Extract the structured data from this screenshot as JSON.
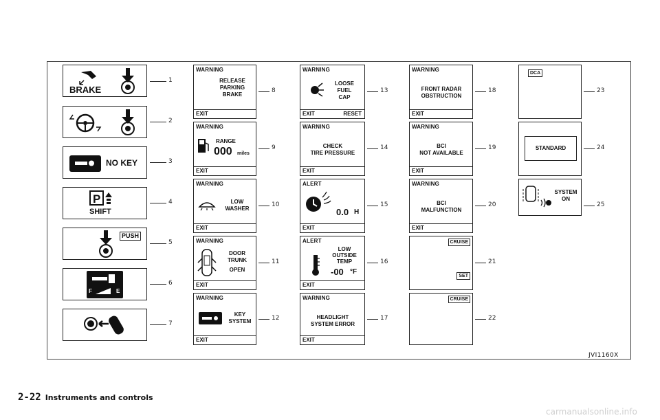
{
  "page": {
    "number": "2-22",
    "section": "Instruments and controls",
    "figure_code": "JVI1160X",
    "watermark": "carmanualsonline.info"
  },
  "col1": [
    {
      "n": "1",
      "text": "BRAKE"
    },
    {
      "n": "2",
      "text": ""
    },
    {
      "n": "3",
      "text": "NO KEY"
    },
    {
      "n": "4",
      "text": "SHIFT"
    },
    {
      "n": "5",
      "text": "PUSH"
    },
    {
      "n": "6",
      "text": "F",
      "text2": "E"
    },
    {
      "n": "7",
      "text": ""
    }
  ],
  "col2": [
    {
      "n": "8",
      "header": "WARNING",
      "lines": [
        "RELEASE",
        "PARKING",
        "BRAKE"
      ],
      "exit": "EXIT"
    },
    {
      "n": "9",
      "header": "WARNING",
      "lines": [
        "RANGE"
      ],
      "value": "000",
      "unit": "miles",
      "exit": "EXIT"
    },
    {
      "n": "10",
      "header": "WARNING",
      "lines": [
        "LOW",
        "WASHER"
      ],
      "exit": "EXIT"
    },
    {
      "n": "11",
      "header": "WARNING",
      "lines": [
        "DOOR",
        "TRUNK",
        "OPEN"
      ],
      "exit": "EXIT"
    },
    {
      "n": "12",
      "header": "WARNING",
      "lines": [
        "KEY",
        "SYSTEM"
      ],
      "exit": "EXIT"
    }
  ],
  "col3": [
    {
      "n": "13",
      "header": "WARNING",
      "lines": [
        "LOOSE",
        "FUEL",
        "CAP"
      ],
      "exit": "EXIT",
      "reset": "RESET"
    },
    {
      "n": "14",
      "header": "WARNING",
      "lines": [
        "CHECK",
        "TIRE PRESSURE"
      ],
      "exit": "EXIT"
    },
    {
      "n": "15",
      "header": "ALERT",
      "value": "0.0",
      "unit": "H",
      "exit": "EXIT"
    },
    {
      "n": "16",
      "header": "ALERT",
      "lines": [
        "LOW",
        "OUTSIDE",
        "TEMP"
      ],
      "value": "-00",
      "unit": "°F",
      "exit": "EXIT"
    },
    {
      "n": "17",
      "header": "WARNING",
      "lines": [
        "HEADLIGHT",
        "SYSTEM ERROR"
      ],
      "exit": "EXIT"
    }
  ],
  "col4": [
    {
      "n": "18",
      "header": "WARNING",
      "lines": [
        "FRONT RADAR",
        "OBSTRUCTION"
      ],
      "exit": "EXIT"
    },
    {
      "n": "19",
      "header": "WARNING",
      "lines": [
        "BCI",
        "NOT AVAILABLE"
      ],
      "exit": "EXIT"
    },
    {
      "n": "20",
      "header": "WARNING",
      "lines": [
        "BCI",
        "MALFUNCTION"
      ],
      "exit": "EXIT"
    },
    {
      "n": "21",
      "tag": "CRUISE",
      "tag2": "SET"
    },
    {
      "n": "22",
      "tag": "CRUISE"
    }
  ],
  "col5": [
    {
      "n": "23",
      "tag": "DCA"
    },
    {
      "n": "24",
      "text": "STANDARD"
    },
    {
      "n": "25",
      "lines": [
        "SYSTEM",
        "ON"
      ]
    }
  ]
}
